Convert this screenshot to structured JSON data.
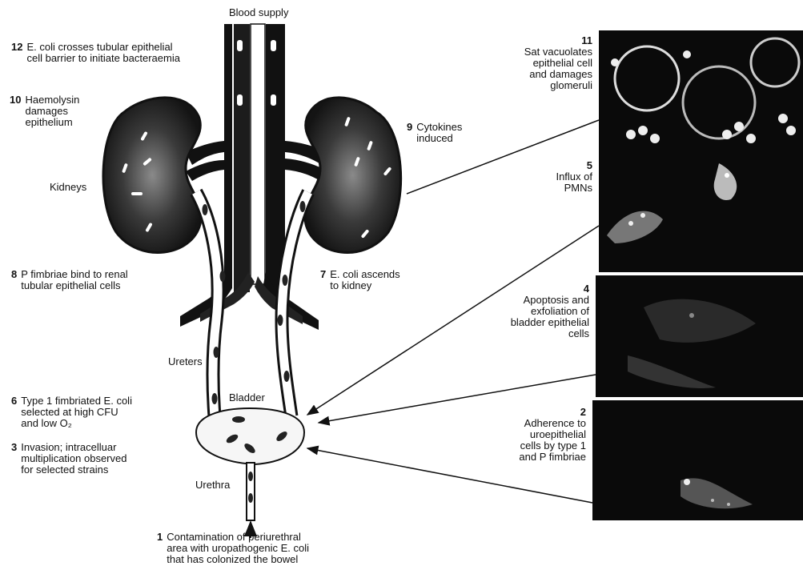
{
  "title": "Blood supply",
  "organs": {
    "kidneys": "Kidneys",
    "ureters": "Ureters",
    "bladder": "Bladder",
    "urethra": "Urethra"
  },
  "steps": [
    {
      "num": "1",
      "text": "Contamination of periurethral\narea with uropathogenic E. coli\nthat has colonized the bowel"
    },
    {
      "num": "2",
      "text": "Adherence to\nuroepithelial\ncells by type 1\nand P fimbriae"
    },
    {
      "num": "3",
      "text": "Invasion; intracelluar\nmultiplication observed\nfor selected strains"
    },
    {
      "num": "4",
      "text": "Apoptosis and\nexfoliation of\nbladder epithelial\ncells"
    },
    {
      "num": "5",
      "text": "Influx of\nPMNs"
    },
    {
      "num": "6",
      "text": "Type 1 fimbriated E. coli\nselected at high CFU\nand low O₂"
    },
    {
      "num": "7",
      "text": "E. coli ascends\nto kidney"
    },
    {
      "num": "8",
      "text": "P fimbriae bind to renal\ntubular epithelial cells"
    },
    {
      "num": "9",
      "text": "Cytokines\ninduced"
    },
    {
      "num": "10",
      "text": "Haemolysin\ndamages\nepithelium"
    },
    {
      "num": "11",
      "text": "Sat vacuolates\nepithelial cell\nand damages\nglomeruli"
    },
    {
      "num": "12",
      "text": "E. coli crosses tubular epithelial\ncell barrier to initiate bacteraemia"
    }
  ],
  "colors": {
    "ink": "#111111",
    "panel": "#0a0a0a",
    "bladder_fill": "#f6f6f6",
    "kidney_fill": "#2a2a2a"
  }
}
